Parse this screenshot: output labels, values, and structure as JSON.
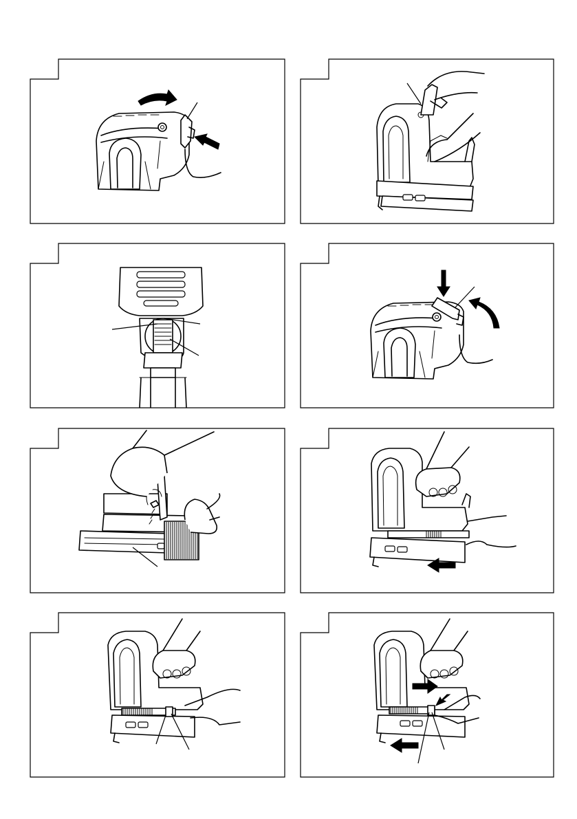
{
  "page": {
    "background": "#ffffff",
    "line_color": "#000000"
  },
  "figures": [
    {
      "id": "fig-1",
      "depicts": "release-lever-unlock"
    },
    {
      "id": "fig-2",
      "depicts": "lift-lever-open"
    },
    {
      "id": "fig-3",
      "depicts": "driver-blade-opening-top-view"
    },
    {
      "id": "fig-4",
      "depicts": "close-lever-lock"
    },
    {
      "id": "fig-5",
      "depicts": "load-nail-strip-into-magazine"
    },
    {
      "id": "fig-6",
      "depicts": "slide-magazine-closed"
    },
    {
      "id": "fig-7",
      "depicts": "magazine-lock-position"
    },
    {
      "id": "fig-8",
      "depicts": "press-release-and-pull-magazine"
    }
  ]
}
